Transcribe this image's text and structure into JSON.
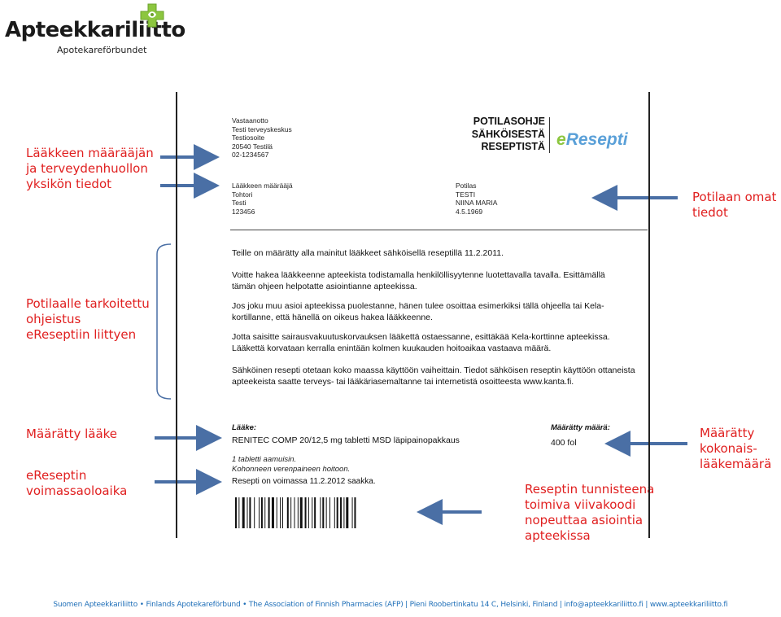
{
  "logo": {
    "name": "Apteekkariliitto",
    "subtitle": "Apotekareförbundet",
    "brand_color": "#8cc63f"
  },
  "annotations": {
    "prescriber": [
      "Lääkkeen määrääjän",
      "ja terveydenhuollon",
      "yksikön tiedot"
    ],
    "patient": [
      "Potilaan omat",
      "tiedot"
    ],
    "instructions": [
      "Potilaalle tarkoitettu",
      "ohjeistus",
      "eReseptiin liittyen"
    ],
    "medicine": [
      "Määrätty lääke"
    ],
    "validity": [
      "eReseptin",
      "voimassaoloaika"
    ],
    "quantity": [
      "Määrätty",
      "kokonais-",
      "lääkemäärä"
    ],
    "barcode": [
      "Reseptin tunnisteena",
      "toimiva viivakoodi",
      "nopeuttaa asiointia",
      "apteekissa"
    ],
    "color": "#e01f1f"
  },
  "document": {
    "reception": [
      "Vastaanotto",
      "Testi terveyskeskus",
      "Testiosoite",
      "20540 Testilä",
      "02-1234567"
    ],
    "title": [
      "POTILASOHJE",
      "SÄHKÖISESTÄ",
      "RESEPTISTÄ"
    ],
    "erx_logo": {
      "e": "e",
      "rest": "Resepti"
    },
    "prescriber": [
      "Lääkkeen määrääjä",
      "Tohtori",
      "Testi",
      "123456"
    ],
    "patient": [
      "Potilas",
      "TESTI",
      "NIINA MARIA",
      "4.5.1969"
    ],
    "paragraphs": [
      "Teille on määrätty alla mainitut lääkkeet sähköisellä reseptillä 11.2.2011.",
      "Voitte hakea lääkkeenne apteekista todistamalla henkilöllisyytenne luotettavalla tavalla. Esittämällä tämän ohjeen helpotatte asiointianne apteekissa.",
      "Jos joku muu asioi apteekissa puolestanne, hänen tulee osoittaa esimerkiksi tällä ohjeella tai Kela-kortillanne, että hänellä on oikeus hakea lääkkeenne.",
      "Jotta saisitte sairausvakuutuskorvauksen lääkettä ostaessanne, esittäkää Kela-korttinne apteekissa. Lääkettä korvataan kerralla enintään kolmen kuukauden hoitoaikaa vastaava määrä.",
      "Sähköinen resepti otetaan koko maassa käyttöön vaiheittain. Tiedot sähköisen reseptin käyttöön ottaneista apteekeista saatte terveys- tai lääkäriasemaltanne tai internetistä osoitteesta www.kanta.fi."
    ],
    "medicine_label": "Lääke:",
    "medicine_name": "RENITEC COMP 20/12,5 mg tabletti MSD läpipainopakkaus",
    "quantity_label": "Määrätty määrä:",
    "quantity_value": "400 fol",
    "dosage": [
      "1 tabletti aamuisin.",
      "Kohonneen verenpaineen hoitoon."
    ],
    "validity": "Resepti on voimassa 11.2.2012 saakka."
  },
  "footer": "Suomen Apteekkariliitto • Finlands Apotekareförbund • The Association of Finnish Pharmacies (AFP) | Pieni Roobertinkatu 14 C, Helsinki, Finland | info@apteekkariliitto.fi | www.apteekkariliitto.fi",
  "colors": {
    "arrow": "#4a6fa5",
    "footer": "#1f6fb8",
    "erx_blue": "#5aa0d8"
  }
}
